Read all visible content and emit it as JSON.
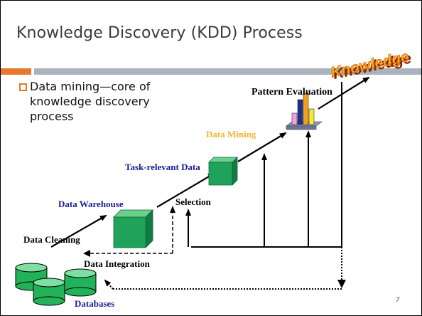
{
  "slide": {
    "title": "Knowledge Discovery (KDD) Process",
    "page_number": "7"
  },
  "bullet": {
    "text": "Data mining—core of knowledge discovery process"
  },
  "diagram": {
    "logo_text": "Knowledge",
    "labels": {
      "pattern_evaluation": "Pattern Evaluation",
      "data_mining": "Data Mining",
      "task_relevant_data": "Task-relevant Data",
      "data_warehouse": "Data Warehouse",
      "selection": "Selection",
      "data_cleaning": "Data Cleaning",
      "data_integration": "Data Integration",
      "databases": "Databases"
    }
  },
  "colors": {
    "accent_orange": "#e8782e",
    "band_gray": "#aab3bd",
    "label_blue": "#1c1c96",
    "label_orange": "#f5b533",
    "cube_green": "#1fa35a",
    "cylinder_green": "#22b25a"
  }
}
